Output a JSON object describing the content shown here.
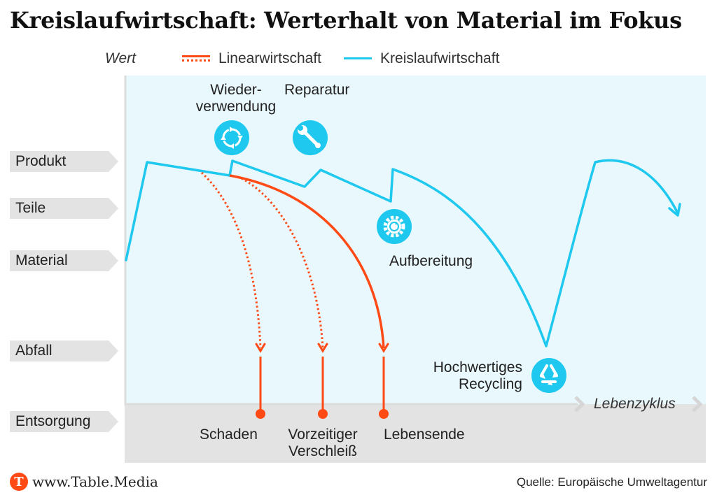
{
  "title": "Kreislaufwirtschaft: Werterhalt von Material im Fokus",
  "legend": {
    "y_axis": "Wert",
    "linear": "Linearwirtschaft",
    "circular": "Kreislaufwirtschaft"
  },
  "levels": [
    "Produkt",
    "Teile",
    "Material",
    "Abfall",
    "Entsorgung"
  ],
  "x_axis": "Lebenzyklus",
  "stages": {
    "reuse_1": "Wieder-",
    "reuse_2": "verwendung",
    "repair": "Reparatur",
    "refurbish": "Aufbereitung",
    "recycling_1": "Hochwertiges",
    "recycling_2": "Recycling"
  },
  "endpoints": {
    "damage": "Schaden",
    "wear_1": "Vorzeitiger",
    "wear_2": "Verschleiß",
    "end_of_life": "Lebensende"
  },
  "icons": {
    "reuse": "reuse-cycle-icon",
    "repair": "wrench-icon",
    "refurbish": "gear-icon",
    "recycling": "recycling-icon"
  },
  "colors": {
    "linear": "#ff4a16",
    "circular": "#1ec8ee",
    "area": "#e9f8fd",
    "disposal": "#e3e3e3"
  },
  "footer": {
    "logo_letter": "T",
    "brand": "www.Table.Media",
    "source": "Quelle: Europäische Umweltagentur"
  }
}
